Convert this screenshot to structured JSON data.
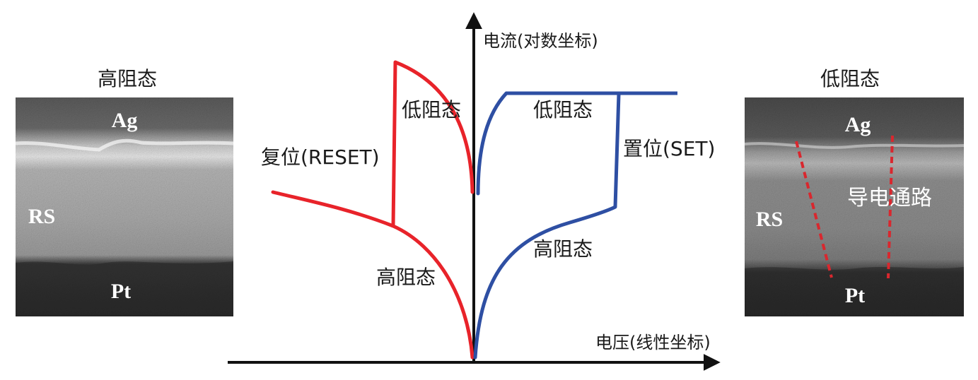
{
  "left_panel": {
    "title": "高阻态",
    "label_top": "Ag",
    "label_mid": "RS",
    "label_bottom": "Pt"
  },
  "right_panel": {
    "title": "低阻态",
    "label_top": "Ag",
    "label_mid": "RS",
    "label_bottom": "Pt",
    "filament_label": "导电通路"
  },
  "axes": {
    "y_label": "电流(对数坐标)",
    "x_label": "电压(线性坐标)"
  },
  "curves": {
    "reset": {
      "label": "复位(RESET)",
      "state_upper": "低阻态",
      "state_lower": "高阻态",
      "color": "#e8232a"
    },
    "set": {
      "label": "置位(SET)",
      "state_upper": "低阻态",
      "state_lower": "高阻态",
      "color": "#2e4fa3"
    }
  },
  "colors": {
    "axis": "#111111",
    "filament": "#d9272e"
  }
}
